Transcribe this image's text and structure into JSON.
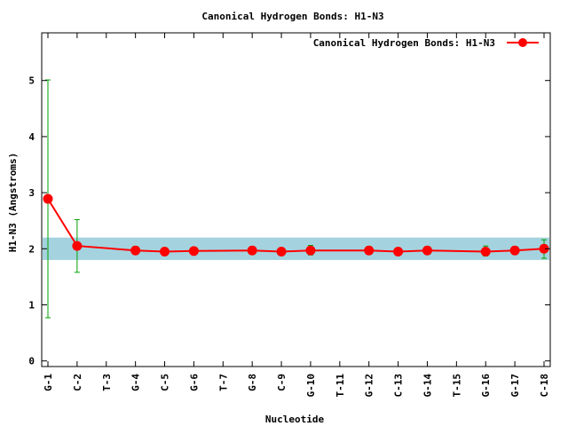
{
  "chart_data": {
    "type": "line",
    "title": "Canonical Hydrogen Bonds: H1-N3",
    "xlabel": "Nucleotide",
    "ylabel": "H1-N3 (Angstroms)",
    "ylim": [
      -0.1,
      5.85
    ],
    "yticks": [
      0,
      1,
      2,
      3,
      4,
      5
    ],
    "grid": false,
    "legend_position": "top-right",
    "reference_band": {
      "ymin": 1.8,
      "ymax": 2.2,
      "color": "#a4d3df"
    },
    "categories": [
      "G-1",
      "C-2",
      "T-3",
      "G-4",
      "C-5",
      "G-6",
      "T-7",
      "G-8",
      "C-9",
      "G-10",
      "T-11",
      "G-12",
      "C-13",
      "G-14",
      "T-15",
      "G-16",
      "G-17",
      "C-18"
    ],
    "series": [
      {
        "name": "Canonical Hydrogen Bonds: H1-N3",
        "color": "#ff0000",
        "errorbar_color": "#00a000",
        "points": [
          {
            "x": "G-1",
            "y": 2.89,
            "err_low": 0.77,
            "err_high": 5.01
          },
          {
            "x": "C-2",
            "y": 2.05,
            "err_low": 1.58,
            "err_high": 2.52
          },
          {
            "x": "G-4",
            "y": 1.97,
            "err_low": 1.9,
            "err_high": 2.04
          },
          {
            "x": "C-5",
            "y": 1.95,
            "err_low": 1.9,
            "err_high": 2.0
          },
          {
            "x": "G-6",
            "y": 1.96,
            "err_low": 1.9,
            "err_high": 2.02
          },
          {
            "x": "G-8",
            "y": 1.97,
            "err_low": 1.9,
            "err_high": 2.04
          },
          {
            "x": "C-9",
            "y": 1.95,
            "err_low": 1.9,
            "err_high": 2.0
          },
          {
            "x": "G-10",
            "y": 1.97,
            "err_low": 1.89,
            "err_high": 2.06
          },
          {
            "x": "G-12",
            "y": 1.97,
            "err_low": 1.9,
            "err_high": 2.04
          },
          {
            "x": "C-13",
            "y": 1.95,
            "err_low": 1.9,
            "err_high": 2.0
          },
          {
            "x": "G-14",
            "y": 1.97,
            "err_low": 1.9,
            "err_high": 2.04
          },
          {
            "x": "G-16",
            "y": 1.95,
            "err_low": 1.87,
            "err_high": 2.05
          },
          {
            "x": "G-17",
            "y": 1.97,
            "err_low": 1.9,
            "err_high": 2.04
          },
          {
            "x": "C-18",
            "y": 2.0,
            "err_low": 1.83,
            "err_high": 2.16
          }
        ]
      }
    ]
  }
}
